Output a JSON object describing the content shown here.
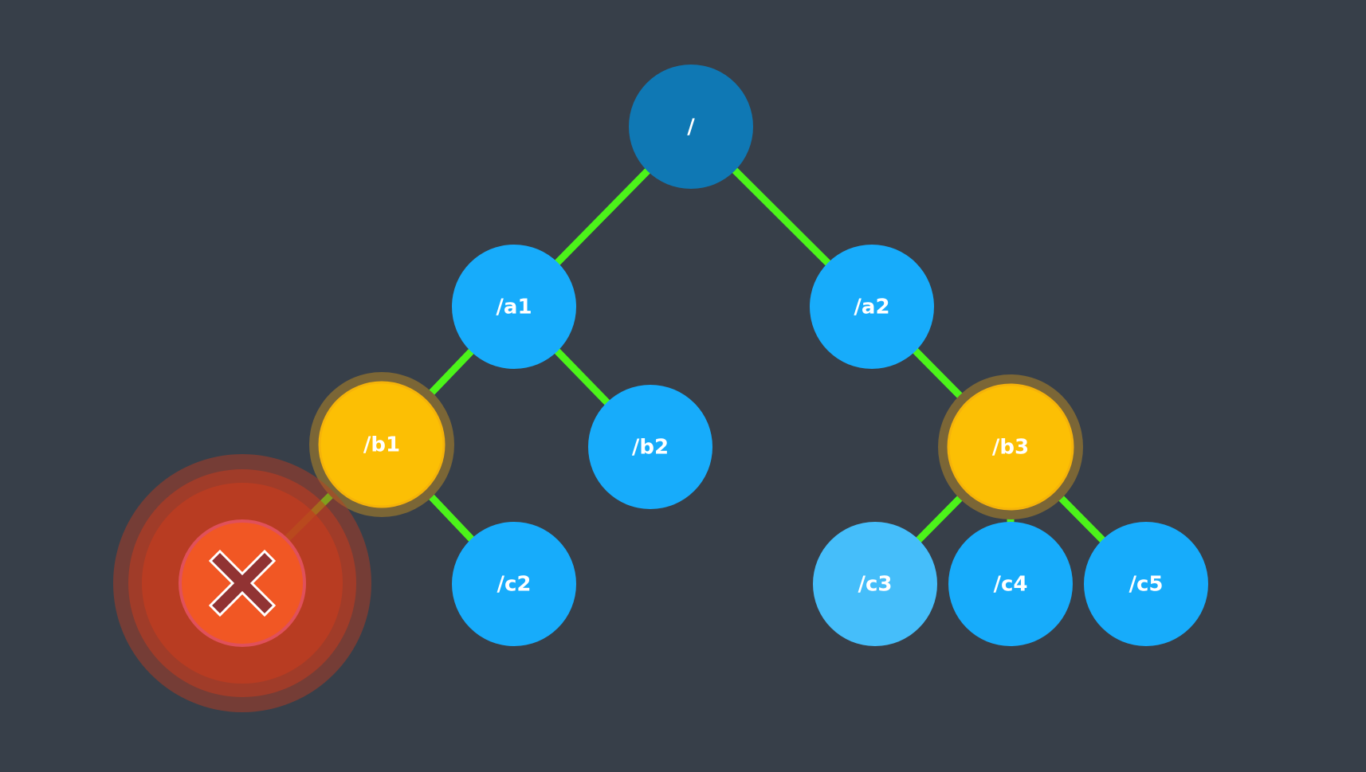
{
  "diagram": {
    "title": "",
    "colors": {
      "background": "#373f49",
      "edge": "#4cf31a",
      "root": "#0f78b4",
      "node": "#17acfb",
      "node_light": "#45befa",
      "selected": "#fcbf04",
      "selected_halo": "#7b6636",
      "error": "#f15724",
      "error_halo": "#c23c1f",
      "error_mark": "#913333"
    },
    "nodes": {
      "root": {
        "label": "/",
        "state": "root"
      },
      "a1": {
        "label": "/a1",
        "state": "normal"
      },
      "a2": {
        "label": "/a2",
        "state": "normal"
      },
      "b1": {
        "label": "/b1",
        "state": "selected"
      },
      "b2": {
        "label": "/b2",
        "state": "normal"
      },
      "b3": {
        "label": "/b3",
        "state": "selected"
      },
      "c1": {
        "label": "",
        "state": "error",
        "icon": "close-icon"
      },
      "c2": {
        "label": "/c2",
        "state": "normal"
      },
      "c3": {
        "label": "/c3",
        "state": "light"
      },
      "c4": {
        "label": "/c4",
        "state": "normal"
      },
      "c5": {
        "label": "/c5",
        "state": "normal"
      }
    },
    "edges": [
      [
        "root",
        "a1"
      ],
      [
        "root",
        "a2"
      ],
      [
        "a1",
        "b1"
      ],
      [
        "a1",
        "b2"
      ],
      [
        "a2",
        "b3"
      ],
      [
        "b1",
        "c1"
      ],
      [
        "b1",
        "c2"
      ],
      [
        "b3",
        "c3"
      ],
      [
        "b3",
        "c4"
      ],
      [
        "b3",
        "c5"
      ]
    ]
  }
}
